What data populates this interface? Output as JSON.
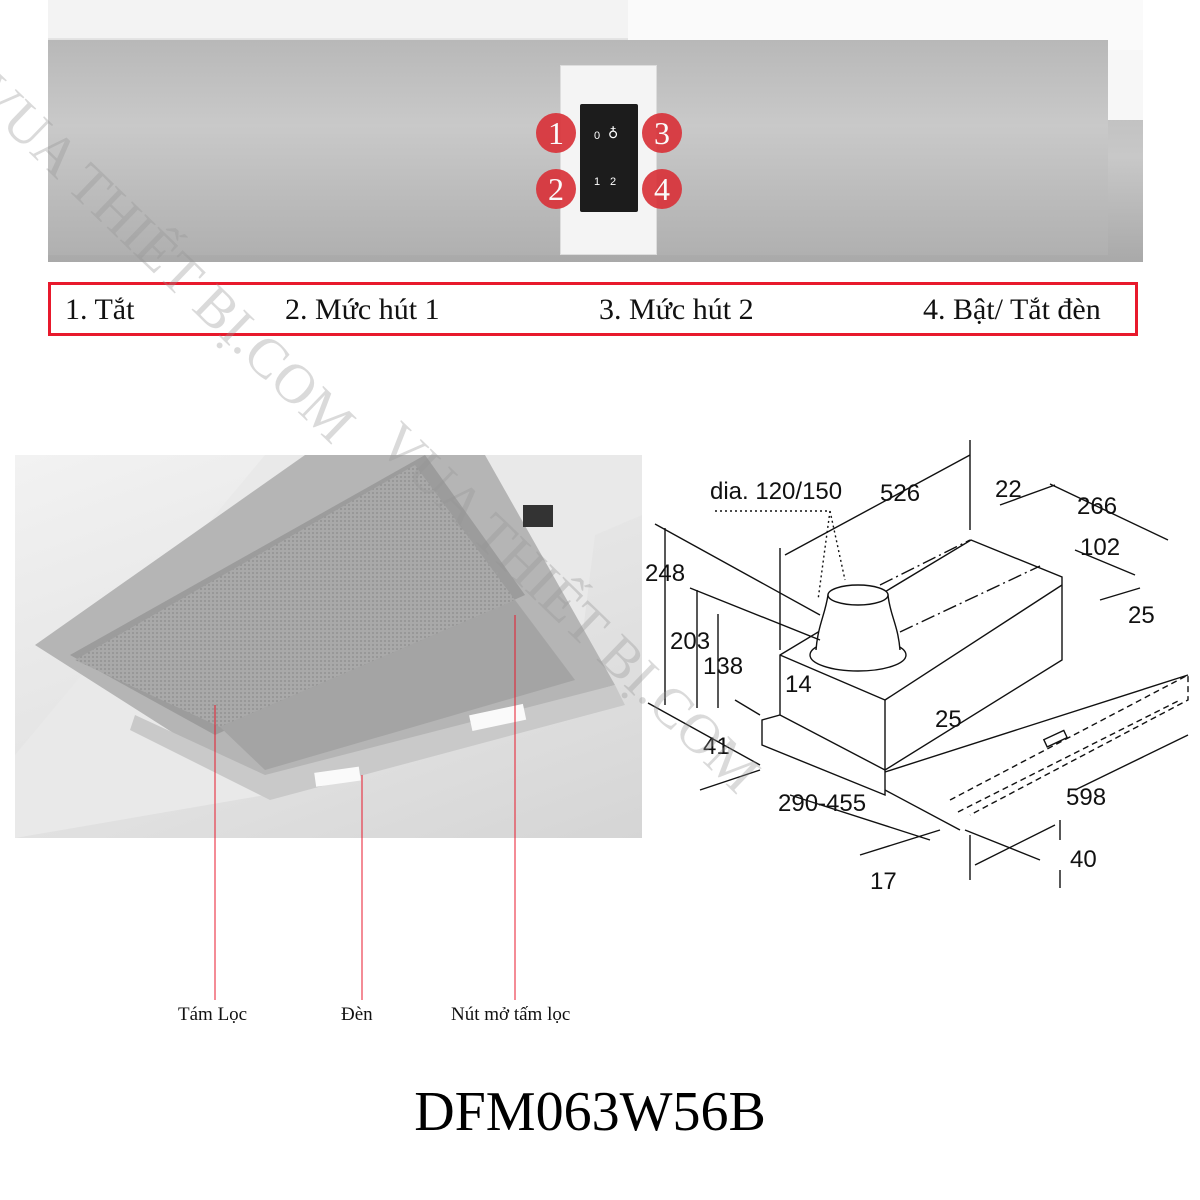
{
  "control_panel": {
    "badges": [
      "1",
      "2",
      "3",
      "4"
    ],
    "switch_labels": {
      "off": "0",
      "light_icon": "light-bulb-icon",
      "level1": "1",
      "level2": "2"
    },
    "badge_color": "#d9333a"
  },
  "legend": {
    "border_color": "#e8192c",
    "items": [
      "1. Tắt",
      "2. Mức hút 1",
      "3. Mức hút 2",
      "4. Bật/ Tắt đèn"
    ]
  },
  "callouts": {
    "line_color": "#e8192c",
    "items": [
      "Tám Lọc",
      "Đèn",
      "Nút mở tấm lọc"
    ]
  },
  "dimensions": {
    "diameter": "dia. 120/150",
    "depth": "526",
    "d22": "22",
    "d266": "266",
    "d102": "102",
    "d25_right": "25",
    "height_total": "248",
    "h203": "203",
    "h138": "138",
    "d14": "14",
    "d25_front": "25",
    "h41": "41",
    "extension": "290-455",
    "width": "598",
    "d40": "40",
    "d17": "17"
  },
  "model": "DFM063W56B",
  "watermark": "VUA THIẾT BỊ.COM"
}
